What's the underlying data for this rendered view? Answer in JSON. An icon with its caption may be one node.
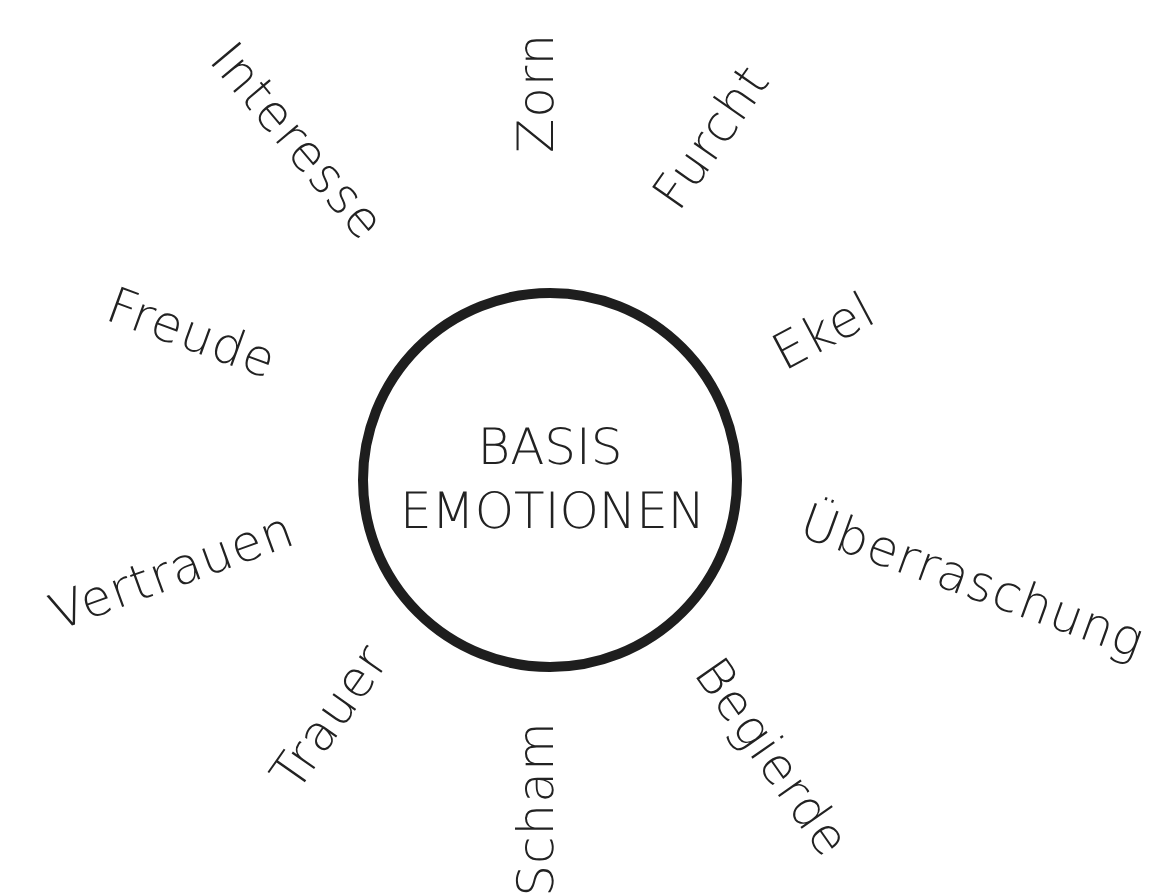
{
  "diagram": {
    "nodes": [
      {
        "text": [
          "BASIS EMOTIONEN"
        ]
      }
    ],
    "edges": [],
    "labels": [
      "Interesse",
      "Zorn",
      "Furcht",
      "Ekel",
      "Überraschung",
      "Begierde",
      "Scham",
      "Trauer",
      "Vertrauen",
      "Freude"
    ]
  }
}
